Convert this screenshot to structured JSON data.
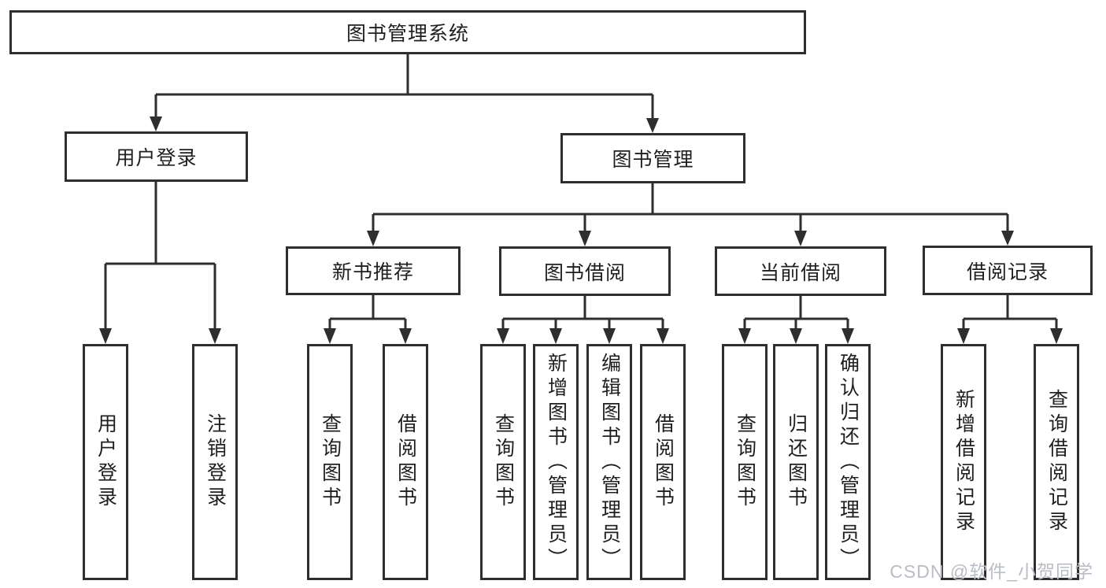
{
  "tree": {
    "root": {
      "label": "图书管理系统"
    },
    "branches": [
      {
        "label": "用户登录",
        "leaves": [
          {
            "label": "用户登录"
          },
          {
            "label": "注销登录"
          }
        ]
      },
      {
        "label": "图书管理",
        "groups": [
          {
            "label": "新书推荐",
            "leaves": [
              {
                "label": "查询图书"
              },
              {
                "label": "借阅图书"
              }
            ]
          },
          {
            "label": "图书借阅",
            "leaves": [
              {
                "label": "查询图书"
              },
              {
                "label": "新增图书（管理员）"
              },
              {
                "label": "编辑图书（管理员）"
              },
              {
                "label": "借阅图书"
              }
            ]
          },
          {
            "label": "当前借阅",
            "leaves": [
              {
                "label": "查询图书"
              },
              {
                "label": "归还图书"
              },
              {
                "label": "确认归还（管理员）"
              }
            ]
          },
          {
            "label": "借阅记录",
            "leaves": [
              {
                "label": "新增借阅记录"
              },
              {
                "label": "查询借阅记录"
              }
            ]
          }
        ]
      }
    ]
  },
  "colors": {
    "line": "#2e2e2e",
    "text": "#1f1f1f",
    "watermark": "#b9bdc4",
    "background": "#ffffff"
  },
  "watermark": {
    "text": "CSDN @软件_小贺同学"
  }
}
